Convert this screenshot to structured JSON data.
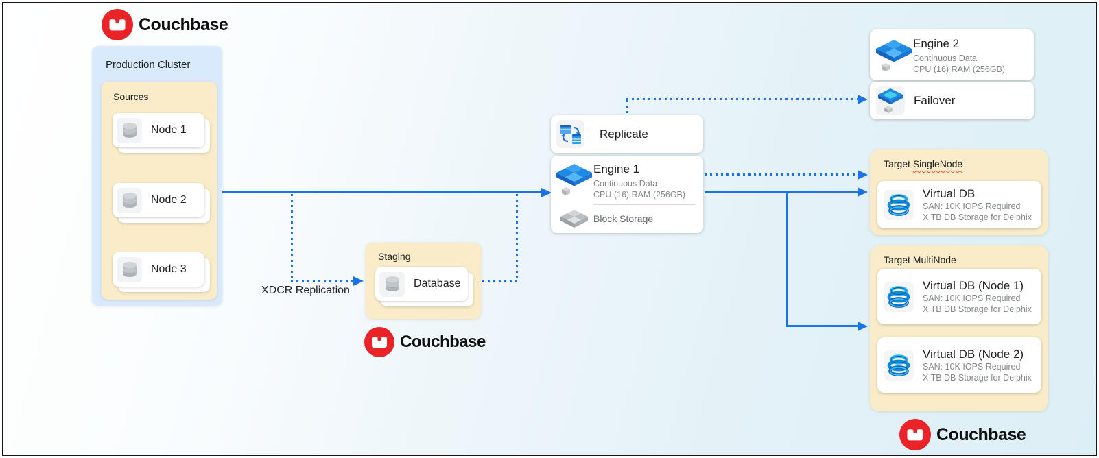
{
  "brand": {
    "wordmark": "Couchbase"
  },
  "colors": {
    "arrow_blue": "#1a73e8",
    "cluster_blue": "#d9eafc",
    "group_yellow": "#faecc8",
    "logo_red": "#ea2328",
    "card_white": "#ffffff",
    "subtext_gray": "#82878c"
  },
  "production": {
    "title": "Production Cluster",
    "sources_label": "Sources",
    "nodes": [
      {
        "label": "Node 1"
      },
      {
        "label": "Node 2"
      },
      {
        "label": "Node 3"
      }
    ]
  },
  "xdcr": {
    "label": "XDCR Replication"
  },
  "staging": {
    "title": "Staging",
    "database_label": "Database"
  },
  "replicate": {
    "label": "Replicate"
  },
  "engine1": {
    "title": "Engine 1",
    "line1": "Continuous Data",
    "line2": "CPU (16) RAM (256GB)",
    "block_storage_label": "Block Storage"
  },
  "engine2": {
    "title": "Engine 2",
    "line1": "Continuous Data",
    "line2": "CPU (16) RAM (256GB)"
  },
  "failover": {
    "label": "Failover"
  },
  "target_single": {
    "title_prefix": "Target ",
    "title_misspelled_word": "SingleNode",
    "card": {
      "title": "Virtual DB",
      "line1": "SAN: 10K IOPS Required",
      "line2": "X TB DB Storage for Delphix"
    }
  },
  "target_multi": {
    "title": "Target MultiNode",
    "cards": [
      {
        "title": "Virtual DB (Node 1)",
        "line1": "SAN: 10K IOPS Required",
        "line2": "X TB DB Storage for Delphix"
      },
      {
        "title": "Virtual DB (Node 2)",
        "line1": "SAN: 10K IOPS Required",
        "line2": "X TB DB Storage for Delphix"
      }
    ]
  }
}
